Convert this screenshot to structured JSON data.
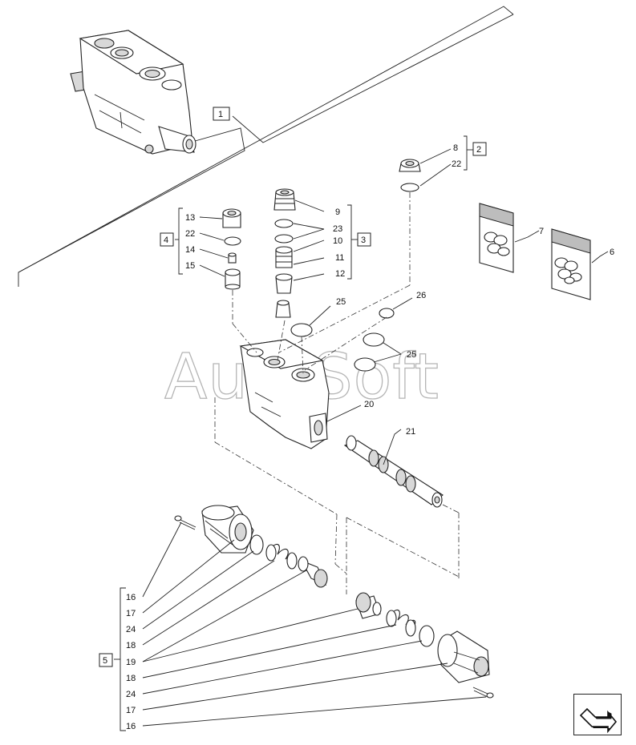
{
  "watermark": "AutoSoft",
  "callouts": {
    "c1": "1",
    "c2": "2",
    "c3": "3",
    "c4": "4",
    "c5": "5",
    "p6": "6",
    "p7": "7",
    "p8": "8",
    "p22a": "22",
    "p9": "9",
    "p23": "23",
    "p10": "10",
    "p11": "11",
    "p12": "12",
    "p13": "13",
    "p22b": "22",
    "p14": "14",
    "p15": "15",
    "p25a": "25",
    "p26": "26",
    "p25b": "25",
    "p20": "20",
    "p21": "21"
  },
  "group5_list": [
    "16",
    "17",
    "24",
    "18",
    "19",
    "18",
    "24",
    "17",
    "16"
  ],
  "nav_icon": "next-page-arrow-icon"
}
